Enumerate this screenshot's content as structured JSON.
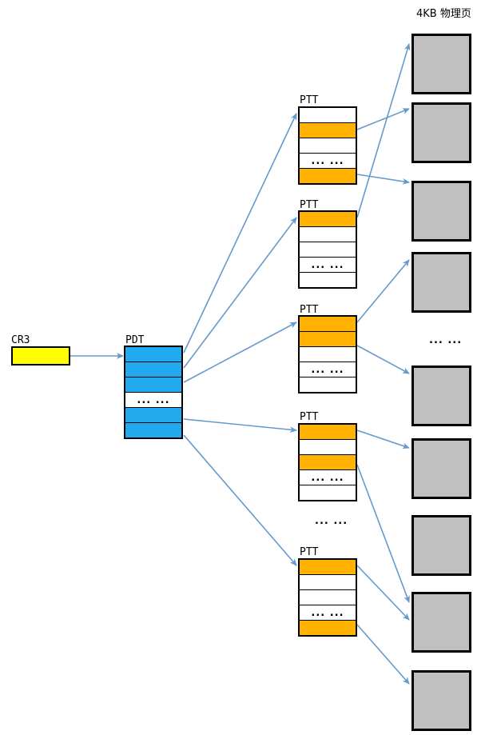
{
  "diagram": {
    "title_right": "4KB  物理页",
    "ellipsis_text": "... ...",
    "accent_blue": "#22aaee",
    "accent_orange": "#ffb300",
    "accent_yellow": "#ffff00",
    "page_gray": "#c0c0c0",
    "arrow_color": "#6699cc"
  },
  "cr3": {
    "label": "CR3"
  },
  "pdt": {
    "label": "PDT",
    "rows": [
      {
        "fill": "blue",
        "text": ""
      },
      {
        "fill": "blue",
        "text": ""
      },
      {
        "fill": "blue",
        "text": ""
      },
      {
        "fill": "white",
        "text": "... ..."
      },
      {
        "fill": "blue",
        "text": ""
      },
      {
        "fill": "blue",
        "text": ""
      }
    ]
  },
  "ptts": [
    {
      "label": "PTT",
      "rows": [
        {
          "fill": "white",
          "text": ""
        },
        {
          "fill": "orange",
          "text": ""
        },
        {
          "fill": "white",
          "text": ""
        },
        {
          "fill": "white",
          "text": "... ..."
        },
        {
          "fill": "orange",
          "text": ""
        }
      ]
    },
    {
      "label": "PTT",
      "rows": [
        {
          "fill": "orange",
          "text": ""
        },
        {
          "fill": "white",
          "text": ""
        },
        {
          "fill": "white",
          "text": ""
        },
        {
          "fill": "white",
          "text": "... ..."
        },
        {
          "fill": "white",
          "text": ""
        }
      ]
    },
    {
      "label": "PTT",
      "rows": [
        {
          "fill": "orange",
          "text": ""
        },
        {
          "fill": "orange",
          "text": ""
        },
        {
          "fill": "white",
          "text": ""
        },
        {
          "fill": "white",
          "text": "... ..."
        },
        {
          "fill": "white",
          "text": ""
        }
      ]
    },
    {
      "label": "PTT",
      "rows": [
        {
          "fill": "orange",
          "text": ""
        },
        {
          "fill": "white",
          "text": ""
        },
        {
          "fill": "orange",
          "text": ""
        },
        {
          "fill": "white",
          "text": "... ..."
        },
        {
          "fill": "white",
          "text": ""
        }
      ]
    },
    {
      "label": "PTT",
      "rows": [
        {
          "fill": "orange",
          "text": ""
        },
        {
          "fill": "white",
          "text": ""
        },
        {
          "fill": "white",
          "text": ""
        },
        {
          "fill": "white",
          "text": "... ..."
        },
        {
          "fill": "orange",
          "text": ""
        }
      ]
    }
  ],
  "pages": [
    {
      "name": "physical-page-1"
    },
    {
      "name": "physical-page-2"
    },
    {
      "name": "physical-page-3"
    },
    {
      "name": "physical-page-4"
    },
    {
      "name": "physical-page-5"
    },
    {
      "name": "physical-page-6"
    },
    {
      "name": "physical-page-7"
    },
    {
      "name": "physical-page-8"
    },
    {
      "name": "physical-page-9"
    }
  ],
  "ellipses": [
    {
      "id": "ptt-gap-ellipsis",
      "text": "... ..."
    },
    {
      "id": "pages-gap-ellipsis",
      "text": "... ..."
    }
  ]
}
